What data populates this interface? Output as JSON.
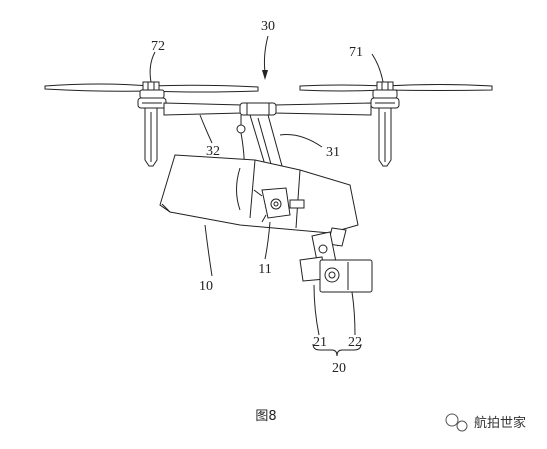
{
  "labels": {
    "l30": "30",
    "l72": "72",
    "l71": "71",
    "l32": "32",
    "l31": "31",
    "l10": "10",
    "l11": "11",
    "l21": "21",
    "l22": "22",
    "l20": "20"
  },
  "caption": "图8",
  "watermark": "航拍世家",
  "watermark_icon": "wechat-icon"
}
